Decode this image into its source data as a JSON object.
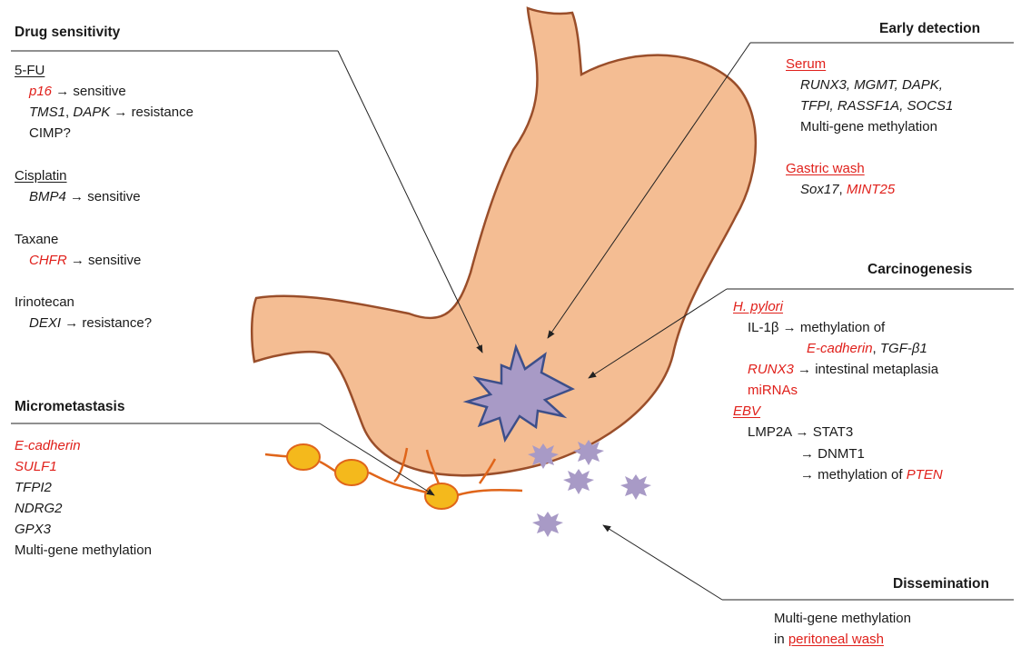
{
  "colors": {
    "stomach_fill": "#f4bd93",
    "stomach_outline": "#9a4e2a",
    "tumor_fill": "#a89ac6",
    "tumor_outline": "#3d4f8a",
    "lymph_node": "#f4b91c",
    "lymph_vessel": "#e0651a",
    "highlight_text": "#e0201b"
  },
  "drug_sensitivity": {
    "title": "Drug sensitivity",
    "fu5": {
      "name": "5-FU",
      "g1": "p16",
      "g1_effect": "sensitive",
      "g2": "TMS1",
      "g2_sep": ", ",
      "g3": "DAPK",
      "g3_effect": "resistance",
      "cimp": "CIMP?"
    },
    "cisplatin": {
      "name": "Cisplatin",
      "gene": "BMP4",
      "effect": "sensitive"
    },
    "taxane": {
      "name": "Taxane",
      "gene": "CHFR",
      "effect": "sensitive"
    },
    "irinotecan": {
      "name": "Irinotecan",
      "gene": "DEXI",
      "effect": "resistance?"
    }
  },
  "early_detection": {
    "title": "Early detection",
    "serum": "Serum",
    "serum_genes_1": "RUNX3, MGMT, DAPK,",
    "serum_genes_2": "TFPI, RASSF1A, SOCS1",
    "serum_multi": "Multi-gene methylation",
    "gastric_wash": "Gastric wash",
    "gw_gene1": "Sox17",
    "gw_sep": ", ",
    "gw_gene2": "MINT25"
  },
  "carcinogenesis": {
    "title": "Carcinogenesis",
    "hpylori": "H. pylori",
    "il1b": "IL-1β",
    "il1b_effect": "methylation of",
    "ecad": "E-cadherin",
    "sep": ", ",
    "tgfb": "TGF-β1",
    "runx3": "RUNX3",
    "runx3_effect": "intestinal metaplasia",
    "mirnas": "miRNAs",
    "ebv": "EBV",
    "lmp2a": "LMP2A",
    "stat3": "STAT3",
    "dnmt1": "DNMT1",
    "pten_prefix": "methylation of ",
    "pten": "PTEN"
  },
  "micrometastasis": {
    "title": "Micrometastasis",
    "genes": [
      "E-cadherin",
      "SULF1",
      "TFPI2",
      "NDRG2",
      "GPX3"
    ],
    "multi": "Multi-gene methylation"
  },
  "dissemination": {
    "title": "Dissemination",
    "line1": "Multi-gene methylation",
    "prefix": "in ",
    "wash": "peritoneal wash"
  },
  "arrow_symbol": "→"
}
